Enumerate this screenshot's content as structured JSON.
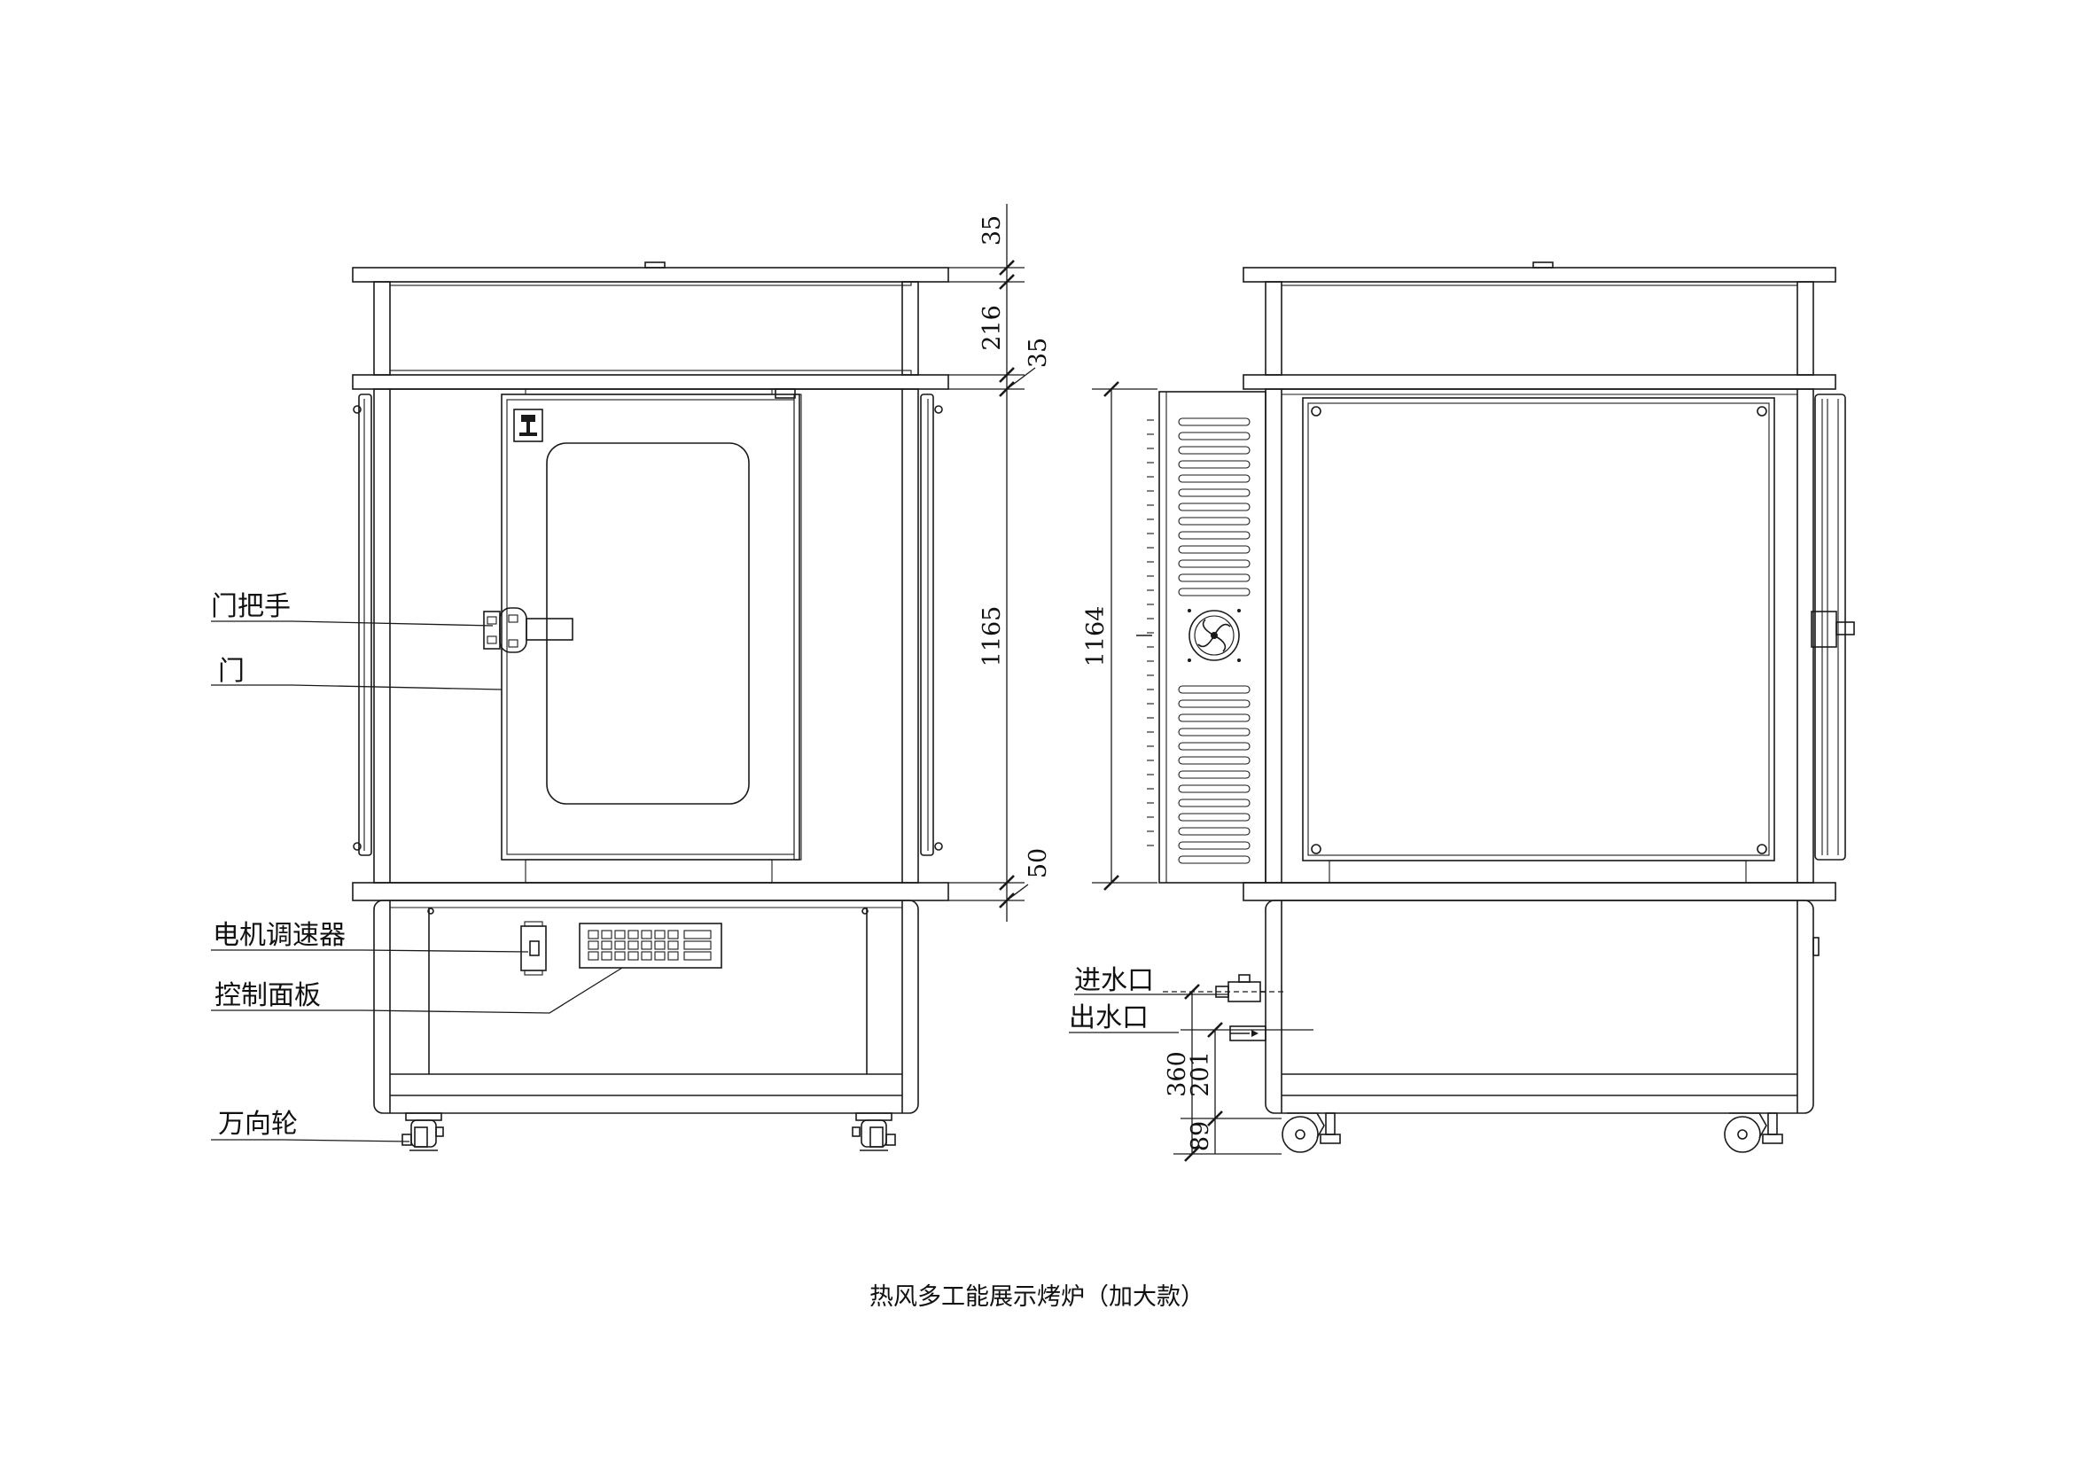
{
  "title": "热风多工能展示烤炉（加大款）",
  "callouts": {
    "door_handle": "门把手",
    "door": "门",
    "motor_speed_controller": "电机调速器",
    "control_panel": "控制面板",
    "caster": "万向轮",
    "water_inlet": "进水口",
    "water_outlet": "出水口"
  },
  "dimensions": {
    "top_board": "35",
    "upper_cabinet": "216",
    "mid_board": "35",
    "oven_height_front": "1165",
    "bottom_board": "50",
    "oven_height_side": "1164",
    "inlet_height": "360",
    "outlet_height": "201",
    "caster_height": "89"
  }
}
